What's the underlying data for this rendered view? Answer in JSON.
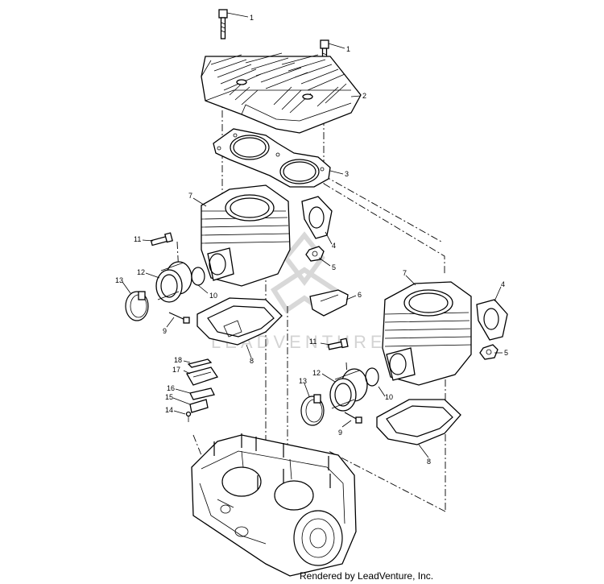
{
  "diagram": {
    "callouts": [
      {
        "id": "c1a",
        "label": "1"
      },
      {
        "id": "c1b",
        "label": "1"
      },
      {
        "id": "c2",
        "label": "2"
      },
      {
        "id": "c3",
        "label": "3"
      },
      {
        "id": "c7a",
        "label": "7"
      },
      {
        "id": "c4a",
        "label": "4"
      },
      {
        "id": "c5a",
        "label": "5"
      },
      {
        "id": "c11a",
        "label": "11"
      },
      {
        "id": "c12a",
        "label": "12"
      },
      {
        "id": "c10a",
        "label": "10"
      },
      {
        "id": "c13a",
        "label": "13"
      },
      {
        "id": "c9a",
        "label": "9"
      },
      {
        "id": "c6",
        "label": "6"
      },
      {
        "id": "c7b",
        "label": "7"
      },
      {
        "id": "c4b",
        "label": "4"
      },
      {
        "id": "c8a",
        "label": "8"
      },
      {
        "id": "c11b",
        "label": "11"
      },
      {
        "id": "c5b",
        "label": "5"
      },
      {
        "id": "c18",
        "label": "18"
      },
      {
        "id": "c17",
        "label": "17"
      },
      {
        "id": "c16",
        "label": "16"
      },
      {
        "id": "c15",
        "label": "15"
      },
      {
        "id": "c14",
        "label": "14"
      },
      {
        "id": "c12b",
        "label": "12"
      },
      {
        "id": "c13b",
        "label": "13"
      },
      {
        "id": "c10b",
        "label": "10"
      },
      {
        "id": "c9b",
        "label": "9"
      },
      {
        "id": "c8b",
        "label": "8"
      }
    ],
    "watermark": "LEADVENTURE",
    "footer": "Rendered by LeadVenture, Inc."
  }
}
